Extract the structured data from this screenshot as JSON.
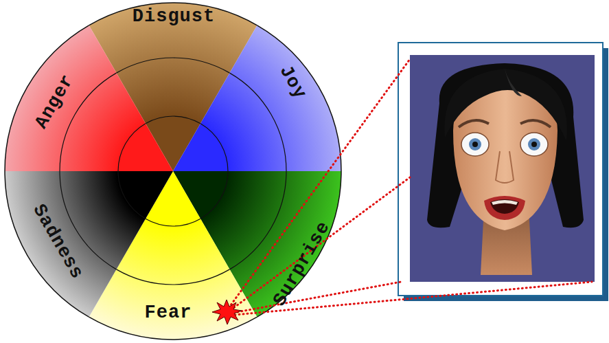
{
  "diagram": {
    "nodes": [
      {
        "text": [
          "Disgust"
        ]
      },
      {
        "text": [
          "Joy"
        ]
      },
      {
        "text": [
          "Surprise"
        ]
      },
      {
        "text": [
          "Fear"
        ]
      },
      {
        "text": [
          "Sadness"
        ]
      },
      {
        "text": [
          "Anger"
        ]
      }
    ]
  }
}
